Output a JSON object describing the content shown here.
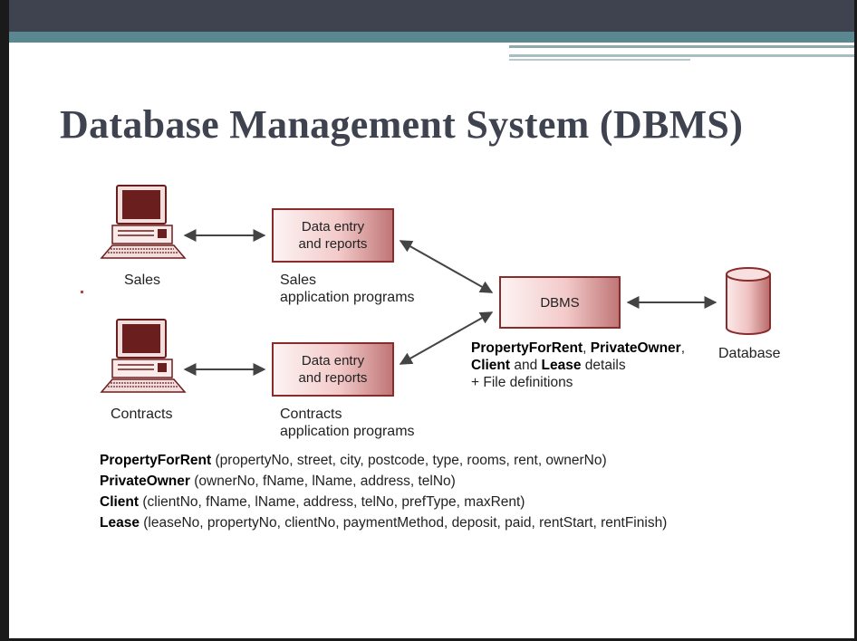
{
  "title": "Database Management System (DBMS)",
  "nodes": {
    "sales_box": "Data entry\nand reports",
    "contracts_box": "Data entry\nand reports",
    "dbms_box": "DBMS"
  },
  "labels": {
    "sales": "Sales",
    "contracts": "Contracts",
    "sales_programs": "Sales\napplication programs",
    "contracts_programs": "Contracts\napplication programs",
    "database": "Database"
  },
  "dbms_description": {
    "entity1": "PropertyForRent",
    "sep1": ", ",
    "entity2": "PrivateOwner",
    "sep2": ",",
    "entity3": "Client",
    "and": " and ",
    "entity4": "Lease",
    "details": " details",
    "line3": "+ File definitions"
  },
  "definitions": [
    {
      "name": "PropertyForRent",
      "fields": " (propertyNo, street, city, postcode, type, rooms, rent, ownerNo)"
    },
    {
      "name": "PrivateOwner",
      "fields": " (ownerNo, fName, lName, address, telNo)"
    },
    {
      "name": "Client",
      "fields": " (clientNo, fName, lName, address, telNo, prefType, maxRent)"
    },
    {
      "name": "Lease",
      "fields": " (leaseNo, propertyNo, clientNo, paymentMethod, deposit, paid, rentStart, rentFinish)"
    }
  ],
  "colors": {
    "header_dark": "#3f4350",
    "header_teal": "#5a8890",
    "title": "#3f4350",
    "box_border": "#8b2c2c",
    "computer": "#6b1e1e"
  }
}
